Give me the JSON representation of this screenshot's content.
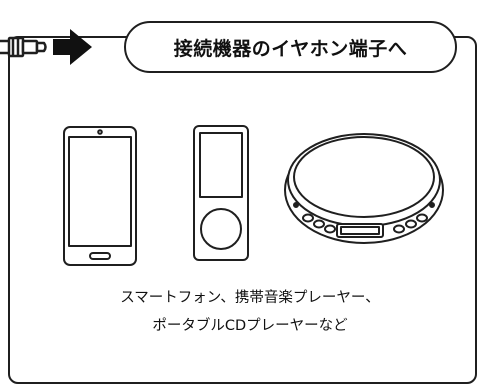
{
  "title": "接続機器のイヤホン端子へ",
  "caption": {
    "line1": "スマートフォン、携帯音楽プレーヤー、",
    "line2": "ポータブルCDプレーヤーなど"
  },
  "colors": {
    "outline": "#1f1f1f",
    "panel": "#e2e2e2",
    "background": "#ffffff"
  },
  "icons": [
    "headphone-plug-icon",
    "arrow-right-icon",
    "smartphone-icon",
    "music-player-icon",
    "cd-player-icon"
  ]
}
